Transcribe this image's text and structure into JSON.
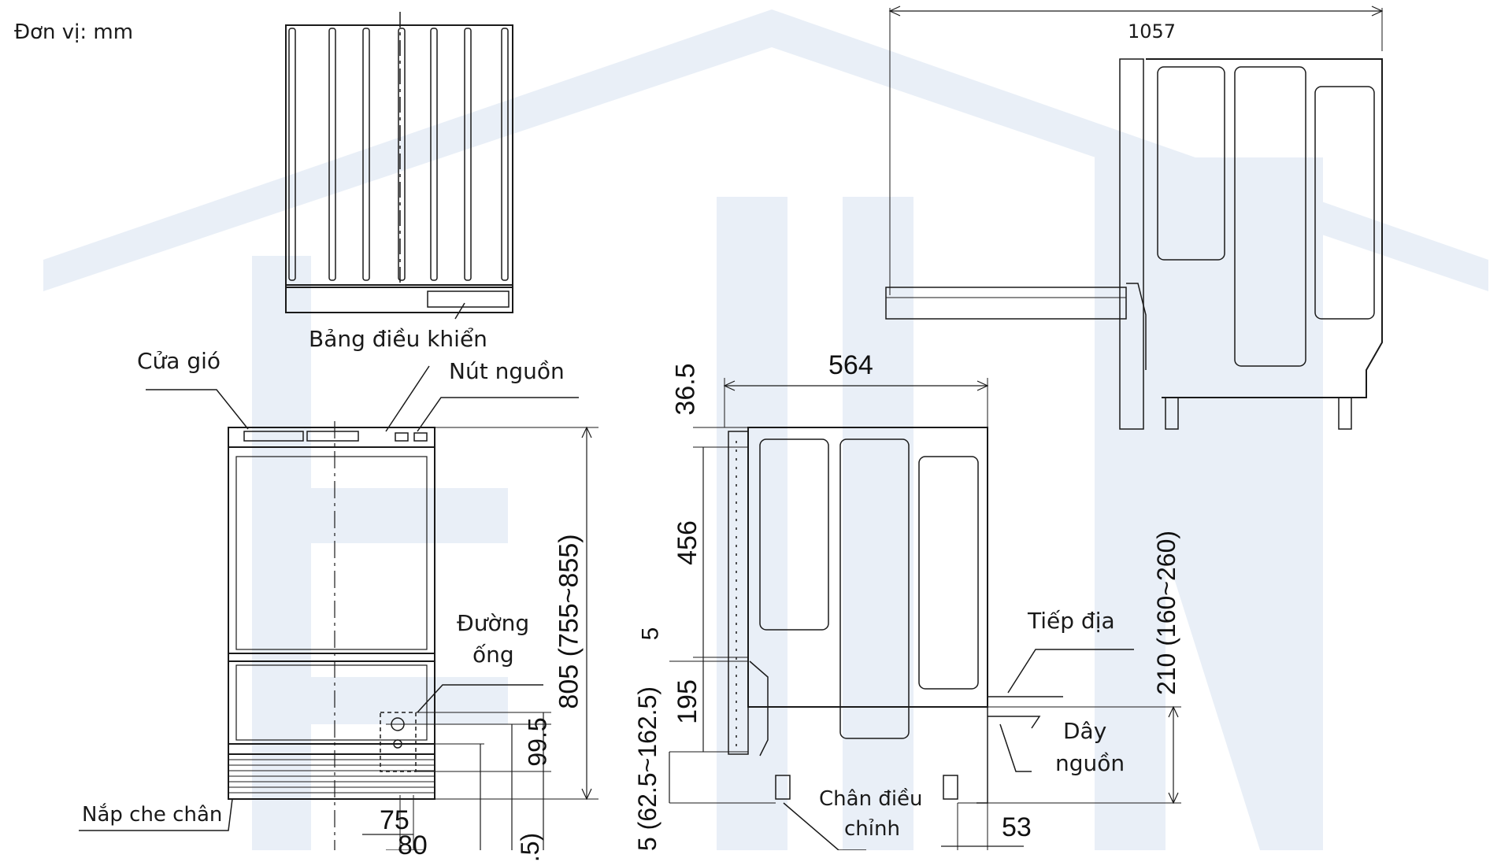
{
  "unit_label": "Đơn vị: mm",
  "labels": {
    "control_panel": "Bảng điều khiển",
    "air_vent": "Cửa gió",
    "power_button": "Nút nguồn",
    "pipe_line1": "Đường",
    "pipe_line2": "ống",
    "ground": "Tiếp địa",
    "power_cord_line1": "Dây",
    "power_cord_line2": "nguồn",
    "adjust_foot_line1": "Chân điều",
    "adjust_foot_line2": "chỉnh",
    "foot_cover": "Nắp che chân"
  },
  "dimensions": {
    "open_length": "1057",
    "depth": "564",
    "d_36_5": "36.5",
    "d_456": "456",
    "d_5": "5",
    "d_195": "195",
    "d_62_5": "5 (62.5~162.5)",
    "height_total": "805 (755~855)",
    "d_99_5": "99.5",
    "d_75": "75",
    "d_80": "80",
    "d_5b": ".5)",
    "d_210": "210 (160~260)",
    "d_53": "53"
  },
  "colors": {
    "line": "#1a1a1a",
    "watermark": "#e9eff7"
  }
}
